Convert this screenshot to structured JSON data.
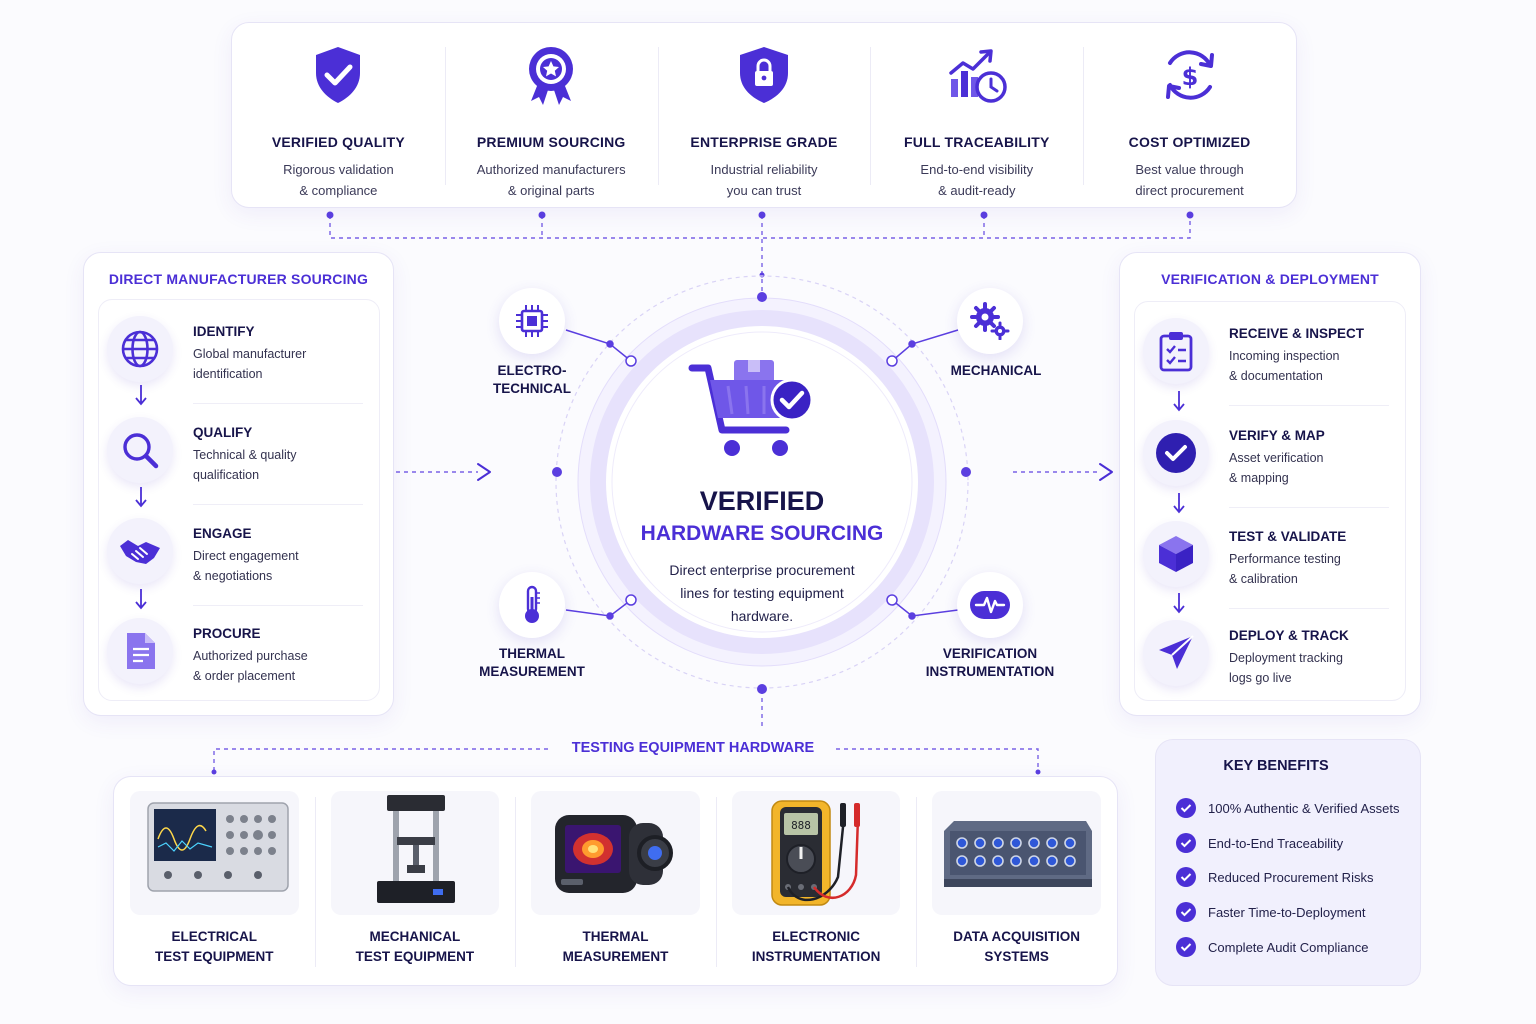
{
  "features": [
    {
      "icon": "shield-check-icon",
      "title": "VERIFIED QUALITY",
      "desc1": "Rigorous validation",
      "desc2": "& compliance"
    },
    {
      "icon": "award-ribbon-icon",
      "title": "PREMIUM SOURCING",
      "desc1": "Authorized manufacturers",
      "desc2": "& original parts"
    },
    {
      "icon": "shield-lock-icon",
      "title": "ENTERPRISE GRADE",
      "desc1": "Industrial reliability",
      "desc2": "you can trust"
    },
    {
      "icon": "chart-clock-icon",
      "title": "FULL TRACEABILITY",
      "desc1": "End-to-end visibility",
      "desc2": "& audit-ready"
    },
    {
      "icon": "dollar-cycle-icon",
      "title": "COST OPTIMIZED",
      "desc1": "Best value through",
      "desc2": "direct procurement"
    }
  ],
  "left_panel": {
    "title": "DIRECT MANUFACTURER SOURCING",
    "steps": [
      {
        "icon": "globe-icon",
        "title": "IDENTIFY",
        "desc1": "Global manufacturer",
        "desc2": "identification"
      },
      {
        "icon": "search-icon",
        "title": "QUALIFY",
        "desc1": "Technical & quality",
        "desc2": "qualification"
      },
      {
        "icon": "handshake-icon",
        "title": "ENGAGE",
        "desc1": "Direct engagement",
        "desc2": "& negotiations"
      },
      {
        "icon": "document-icon",
        "title": "PROCURE",
        "desc1": "Authorized purchase",
        "desc2": "& order placement"
      }
    ]
  },
  "right_panel": {
    "title": "VERIFICATION & DEPLOYMENT",
    "steps": [
      {
        "icon": "clipboard-check-icon",
        "title": "RECEIVE & INSPECT",
        "desc1": "Incoming inspection",
        "desc2": "& documentation"
      },
      {
        "icon": "check-circle-icon",
        "title": "VERIFY & MAP",
        "desc1": "Asset verification",
        "desc2": "& mapping"
      },
      {
        "icon": "cube-icon",
        "title": "TEST & VALIDATE",
        "desc1": "Performance testing",
        "desc2": "& calibration"
      },
      {
        "icon": "send-icon",
        "title": "DEPLOY & TRACK",
        "desc1": "Deployment tracking",
        "desc2": "logs go live"
      }
    ]
  },
  "hub": {
    "title": "VERIFIED",
    "subtitle": "HARDWARE SOURCING",
    "desc1": "Direct enterprise procurement",
    "desc2": "lines for testing equipment",
    "desc3": "hardware.",
    "nodes": {
      "electro_1": "ELECTRO-",
      "electro_2": "TECHNICAL",
      "mechanical": "MECHANICAL",
      "thermal_1": "THERMAL",
      "thermal_2": "MEASUREMENT",
      "verif_1": "VERIFICATION",
      "verif_2": "INSTRUMENTATION"
    }
  },
  "equipment": {
    "title": "TESTING EQUIPMENT HARDWARE",
    "items": [
      {
        "line1": "ELECTRICAL",
        "line2": "TEST EQUIPMENT"
      },
      {
        "line1": "MECHANICAL",
        "line2": "TEST EQUIPMENT"
      },
      {
        "line1": "THERMAL",
        "line2": "MEASUREMENT"
      },
      {
        "line1": "ELECTRONIC",
        "line2": "INSTRUMENTATION"
      },
      {
        "line1": "DATA ACQUISITION",
        "line2": "SYSTEMS"
      }
    ]
  },
  "benefits": {
    "title": "KEY BENEFITS",
    "items": [
      "100% Authentic & Verified Assets",
      "End-to-End Traceability",
      "Reduced Procurement Risks",
      "Faster Time-to-Deployment",
      "Complete Audit Compliance"
    ]
  },
  "colors": {
    "accent": "#4b2fd6",
    "navy": "#17144a",
    "soft": "#f1f0fd"
  }
}
